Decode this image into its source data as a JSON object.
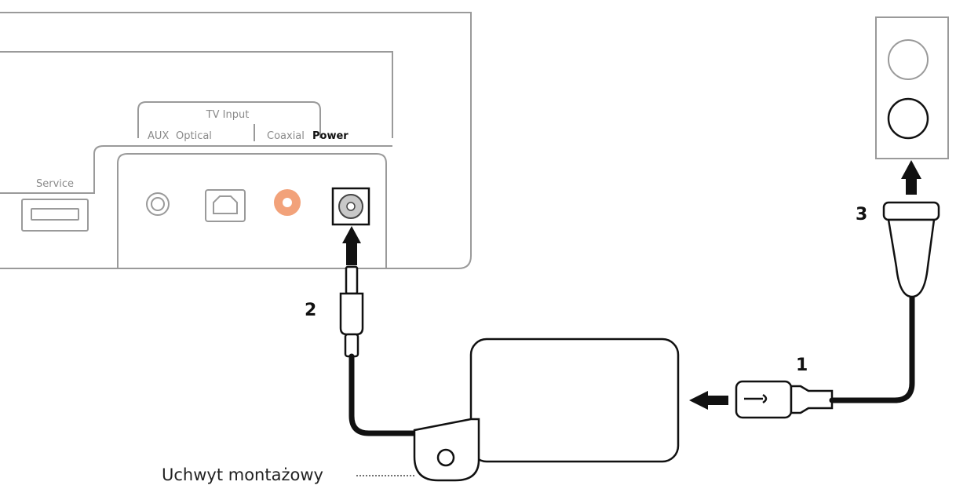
{
  "labels": {
    "tv_input": "TV Input",
    "aux": "AUX",
    "optical": "Optical",
    "coaxial": "Coaxial",
    "power": "Power",
    "service": "Service"
  },
  "steps": {
    "one": "1",
    "two": "2",
    "three": "3"
  },
  "caption": "Uchwyt montażowy",
  "colors": {
    "line_gray": "#9a9a9a",
    "coaxial_orange": "#f2a27a",
    "cable_black": "#111111"
  }
}
